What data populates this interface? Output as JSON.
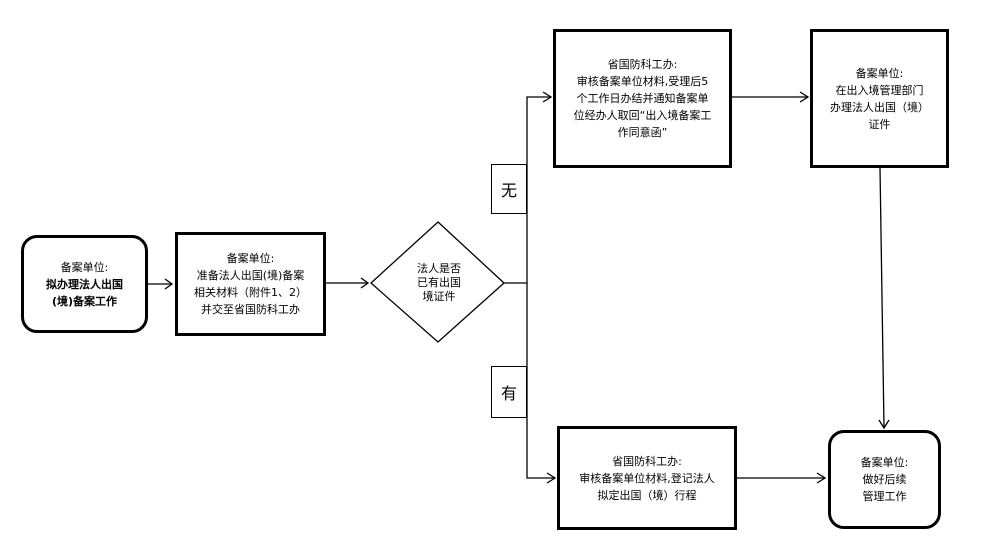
{
  "nodes": {
    "start": {
      "title": "备案单位:",
      "lines": [
        "拟办理法人出国",
        "(境)备案工作"
      ]
    },
    "prepare": {
      "title": "备案单位:",
      "lines": [
        "准备法人出国(境)备案",
        "相关材料（附件1、2）",
        "并交至省国防科工办"
      ]
    },
    "decision": {
      "lines": [
        "法人是否",
        "已有出国",
        "境证件"
      ]
    },
    "review_no": {
      "title": "省国防科工办:",
      "lines": [
        "审核备案单位材料,受理后5",
        "个工作日办结并通知备案单",
        "位经办人取回“出入境备案工",
        "作同意函”"
      ]
    },
    "passport": {
      "title": "备案单位:",
      "lines": [
        "在出入境管理部门",
        "办理法人出国（境）",
        "证件"
      ]
    },
    "review_yes": {
      "title": "省国防科工办:",
      "lines": [
        "审核备案单位材料,登记法人",
        "拟定出国（境）行程"
      ]
    },
    "followup": {
      "title": "备案单位:",
      "lines": [
        "做好后续",
        "管理工作"
      ]
    }
  },
  "branches": {
    "no": "无",
    "yes": "有"
  }
}
